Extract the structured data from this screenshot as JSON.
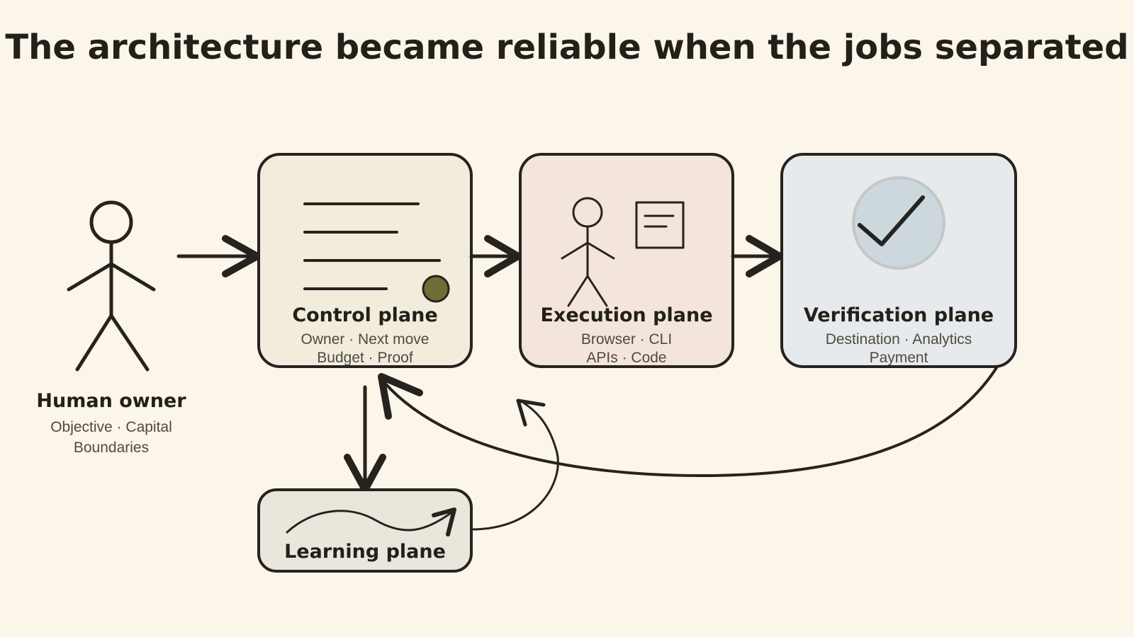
{
  "title": "The architecture became reliable when the jobs separated",
  "human": {
    "label": "Human owner",
    "desc1": "Objective · Capital",
    "desc2": "Boundaries"
  },
  "control": {
    "label": "Control plane",
    "desc1": "Owner · Next move",
    "desc2": "Budget · Proof"
  },
  "execution": {
    "label": "Execution plane",
    "desc1": "Browser · CLI",
    "desc2": "APIs · Code"
  },
  "verification": {
    "label": "Verification plane",
    "desc1": "Destination · Analytics",
    "desc2": "Payment"
  },
  "learning": {
    "label": "Learning plane"
  },
  "icons": {
    "human": "stick-figure-icon",
    "control": "document-lines-icon",
    "execution": "person-and-document-icon",
    "verification": "checkmark-circle-icon",
    "learning": "wave-arrow-icon"
  },
  "colors": {
    "background": "#fbf5ea",
    "control_fill": "#f1ecdb",
    "execution_fill": "#f3e5db",
    "verification_fill": "#e6eaec",
    "learning_fill": "#ebe6db",
    "accent_dot": "#6f6d35",
    "check_circle": "#ccd7de",
    "ink": "#26231f"
  }
}
